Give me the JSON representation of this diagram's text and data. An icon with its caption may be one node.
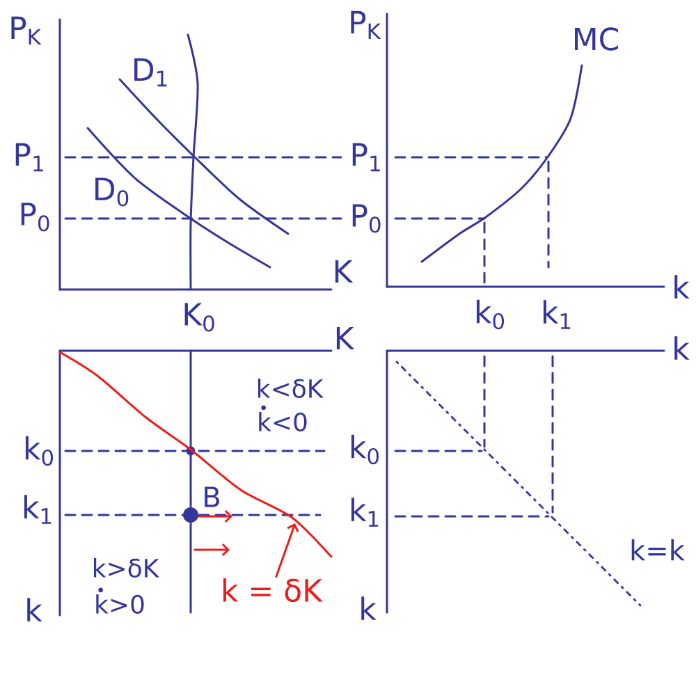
{
  "diagram": {
    "nodes": [
      {
        "text": [],
        "shape": "line"
      },
      {
        "text": [
          "k = δK"
        ]
      }
    ],
    "edges": [
      {
        "from": 1,
        "to": 0,
        "arrow": "to"
      }
    ],
    "labels": [
      "P$_{K}$",
      "D$_{1}$",
      "P$_{1}$",
      "D$_{0}$",
      "P$_{0}$",
      "K",
      "K$_{0}$",
      "P$_{K}$",
      "MC",
      "P$_{1}$",
      "P$_{0}$",
      "k",
      "k$_{0}$",
      "k$_{1}$",
      "K",
      "k<δK",
      "k<0",
      "k$_{0}$",
      "B",
      "k$_{1}$",
      "k$_{0}$",
      "k$_{1}$",
      "k>δK",
      "k>0",
      "k=k",
      "k",
      "k",
      "k"
    ]
  }
}
